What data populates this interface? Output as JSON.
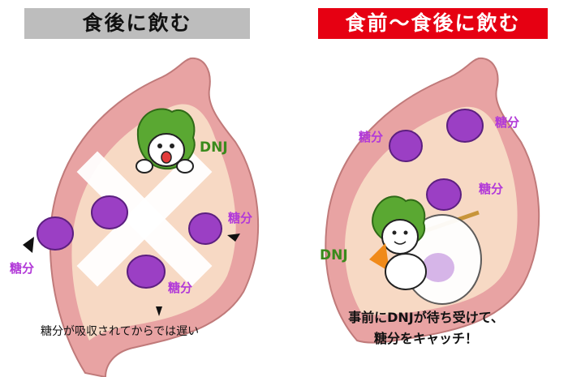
{
  "left_panel": {
    "title": "食後に飲む",
    "dnj_label": "DNJ",
    "sugar_labels": [
      "糖分",
      "糖分",
      "糖分"
    ],
    "caption": "糖分が吸収されてからでは遅い"
  },
  "right_panel": {
    "title": "食前〜食後に飲む",
    "dnj_label": "DNJ",
    "sugar_labels": [
      "糖分",
      "糖分",
      "糖分"
    ],
    "caption_line1": "事前にDNJが待ち受けて、",
    "caption_line2": "糖分をキャッチ！"
  },
  "colors": {
    "left_banner_bg": "#bdbdbd",
    "right_banner_bg": "#e60012",
    "stomach_outer": "#e8a3a3",
    "stomach_inner": "#f7d9c4",
    "sugar_purple": "#9b3fc4",
    "label_purple": "#b23ad8",
    "dnj_green": "#3a8a1c"
  }
}
